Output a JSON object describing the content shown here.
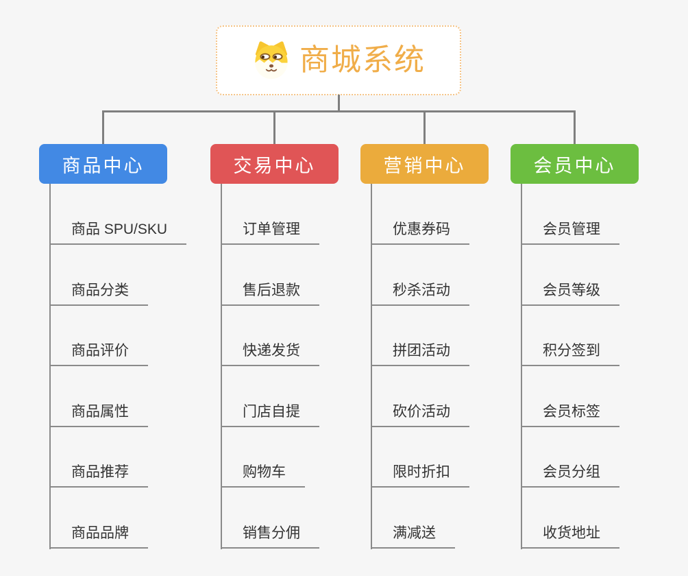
{
  "root": {
    "title": "商城系统",
    "icon": "shiba-dog-icon",
    "title_color": "#F0AD49",
    "border_color": "#F5C385"
  },
  "colors": {
    "background": "#F6F6F6",
    "connector": "#7F7F7F",
    "leaf_line": "#8A8A8A",
    "leaf_text": "#333333"
  },
  "branches": [
    {
      "key": "product-center",
      "label": "商品中心",
      "color": "#4289E4",
      "items": [
        "商品 SPU/SKU",
        "商品分类",
        "商品评价",
        "商品属性",
        "商品推荐",
        "商品品牌"
      ]
    },
    {
      "key": "trade-center",
      "label": "交易中心",
      "color": "#E05556",
      "items": [
        "订单管理",
        "售后退款",
        "快递发货",
        "门店自提",
        "购物车",
        "销售分佣"
      ]
    },
    {
      "key": "marketing-center",
      "label": "营销中心",
      "color": "#EBAB3C",
      "items": [
        "优惠券码",
        "秒杀活动",
        "拼团活动",
        "砍价活动",
        "限时折扣",
        "满减送"
      ]
    },
    {
      "key": "member-center",
      "label": "会员中心",
      "color": "#6CBE40",
      "items": [
        "会员管理",
        "会员等级",
        "积分签到",
        "会员标签",
        "会员分组",
        "收货地址"
      ]
    }
  ]
}
